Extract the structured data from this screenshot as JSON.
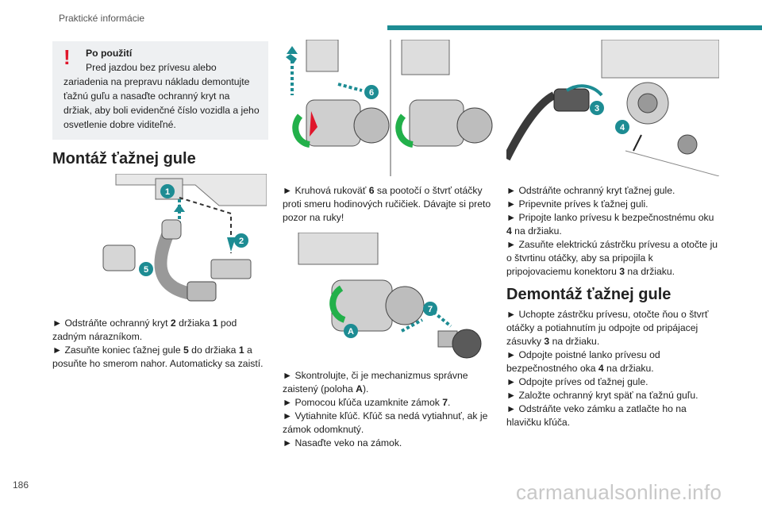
{
  "header": {
    "section": "Praktické informácie"
  },
  "page_number": "186",
  "watermark": "carmanualsonline.info",
  "warning": {
    "title": "Po použití",
    "line1": "Pred jazdou bez prívesu alebo",
    "rest": "zariadenia na prepravu nákladu demontujte ťažnú guľu a nasaďte ochranný kryt na držiak, aby boli evidenčné číslo vozidla a jeho osvetlenie dobre viditeľné."
  },
  "section_mount": {
    "title": "Montáž ťažnej gule",
    "figure_labels": [
      "1",
      "2",
      "5"
    ],
    "steps": [
      {
        "pre": "► Odstráňte ochranný kryt ",
        "n1": "2",
        "mid": " držiaka ",
        "n2": "1",
        "post": " pod zadným nárazníkom."
      },
      {
        "pre": "► Zasuňte koniec ťažnej gule ",
        "n1": "5",
        "mid": " do držiaka ",
        "n2": "1",
        "post": " a posuňte ho smerom nahor. Automaticky sa zaistí."
      }
    ]
  },
  "column2": {
    "figure1_labels": [
      "6"
    ],
    "text1": {
      "pre": "► Kruhová rukoväť ",
      "n": "6",
      "post": " sa pootočí o štvrť otáčky proti smeru hodinových ručičiek. Dávajte si preto pozor na ruky!"
    },
    "figure2_labels": [
      "7",
      "A"
    ],
    "steps": [
      {
        "pre": "► Skontrolujte, či je mechanizmus správne zaistený (poloha ",
        "b": "A",
        "post": ")."
      },
      {
        "pre": "► Pomocou kľúča uzamknite zámok ",
        "b": "7",
        "post": "."
      },
      {
        "pre": "► Vytiahnite kľúč.  Kľúč sa nedá vytiahnuť, ak je zámok odomknutý.",
        "b": "",
        "post": ""
      },
      {
        "pre": "► Nasaďte veko na zámok.",
        "b": "",
        "post": ""
      }
    ]
  },
  "column3": {
    "figure_labels": [
      "3",
      "4"
    ],
    "steps": [
      {
        "pre": "► Odstráňte ochranný kryt ťažnej gule.",
        "b": "",
        "post": ""
      },
      {
        "pre": "► Pripevnite príves k ťažnej guli.",
        "b": "",
        "post": ""
      },
      {
        "pre": "► Pripojte lanko prívesu k bezpečnostnému oku ",
        "b": "4",
        "post": " na držiaku."
      },
      {
        "pre": "► Zasuňte elektrickú zástrčku prívesu a otočte ju o štvrtinu otáčky, aby sa pripojila k pripojovaciemu konektoru ",
        "b": "3",
        "post": " na držiaku."
      }
    ],
    "section_dismount": {
      "title": "Demontáž ťažnej gule",
      "steps": [
        {
          "pre": "► Uchopte zástrčku prívesu, otočte ňou o štvrť otáčky a potiahnutím ju odpojte od pripájacej zásuvky ",
          "b": "3",
          "post": " na držiaku."
        },
        {
          "pre": "► Odpojte poistné lanko prívesu od bezpečnostného oka ",
          "b": "4",
          "post": " na držiaku."
        },
        {
          "pre": "► Odpojte príves od ťažnej gule.",
          "b": "",
          "post": ""
        },
        {
          "pre": "► Založte ochranný kryt späť na ťažnú guľu.",
          "b": "",
          "post": ""
        },
        {
          "pre": "► Odstráňte veko zámku a zatlačte ho na hlavičku kľúča.",
          "b": "",
          "post": ""
        }
      ]
    }
  },
  "colors": {
    "accent": "#1d8c93",
    "warning": "#e0162b",
    "badge": "#1d8c93"
  }
}
